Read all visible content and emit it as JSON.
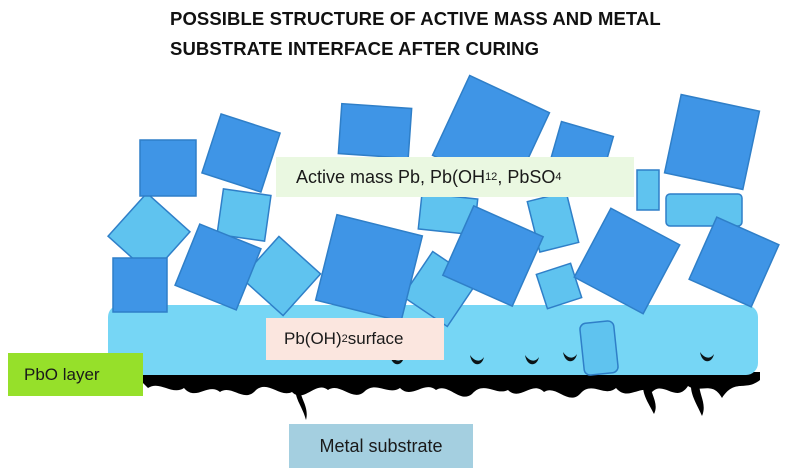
{
  "title": {
    "line1": "POSSIBLE STRUCTURE OF ACTIVE MASS AND METAL",
    "line2": "SUBSTRATE INTERFACE AFTER CURING"
  },
  "labels": {
    "active_mass": {
      "text": "Active mass Pb, Pb(OH",
      "sub1": "12",
      "mid": " , PbSO",
      "sub2": "4"
    },
    "surface": {
      "text": "Pb(OH)",
      "sub": "2",
      "rest": " surface"
    },
    "pbo_layer": "PbO layer",
    "metal_substrate": "Metal substrate"
  },
  "colors": {
    "crystal_dark": "#3f95e6",
    "crystal_light": "#5fc3ef",
    "interface_layer": "#76d6f5",
    "active_label_bg": "#eaf8e1",
    "surface_label_bg": "#fbe6df",
    "pbo_label_bg": "#96e02a",
    "metal_label_bg": "#a4cfe0",
    "substrate_ink": "#000000"
  }
}
